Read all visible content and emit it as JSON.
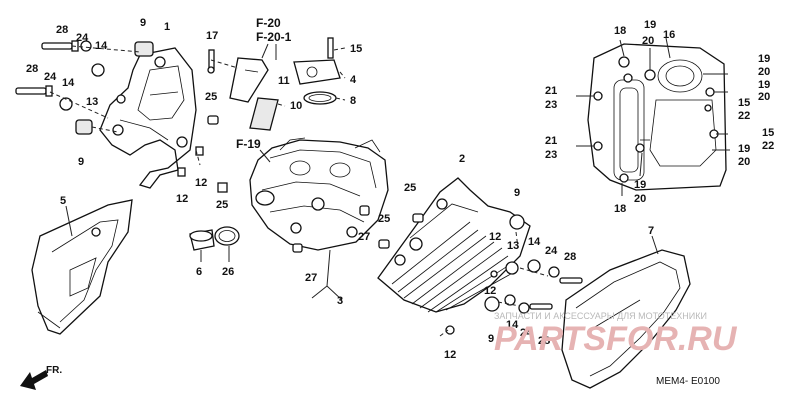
{
  "refs": {
    "f20": "F-20",
    "f201": "F-20-1",
    "f19": "F-19"
  },
  "callouts": {
    "n1": "1",
    "n2": "2",
    "n3": "3",
    "n4": "4",
    "n5": "5",
    "n6": "6",
    "n7": "7",
    "n8": "8",
    "n9": "9",
    "n10": "10",
    "n11": "11",
    "n12": "12",
    "n13": "13",
    "n14": "14",
    "n15": "15",
    "n16": "16",
    "n17": "17",
    "n18": "18",
    "n19": "19",
    "n20": "20",
    "n21": "21",
    "n22": "22",
    "n23": "23",
    "n24": "24",
    "n25": "25",
    "n26": "26",
    "n27": "27",
    "n28": "28"
  },
  "front_label": "FR.",
  "diagram_code": "MEM4- E0100",
  "watermark": {
    "text": "ЗАПЧАСТИ И АКСЕССУАРЫ ДЛЯ МОТОТЕХНИКИ",
    "logo": "PARTSFOR.RU"
  }
}
